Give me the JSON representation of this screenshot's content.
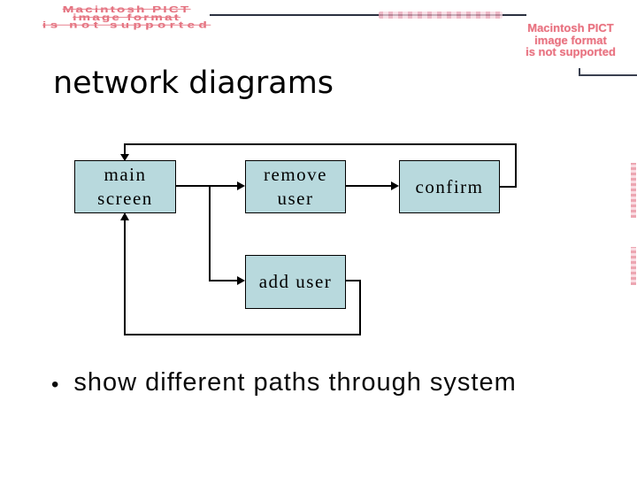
{
  "slide": {
    "title": "network diagrams",
    "bullet_glyph": "•",
    "bullet_text": "show different paths through system"
  },
  "artifacts": {
    "top_left": {
      "line1": "Macintosh PICT",
      "line2": "image format",
      "line3": "is not supported",
      "color": "#e4707e"
    },
    "top_right": {
      "line1": "Macintosh PICT",
      "line2": "image format",
      "line3": "is not supported",
      "color": "#e87280"
    }
  },
  "diagram": {
    "box_fill": "#b8d9dd",
    "box_border": "#000000",
    "line_color": "#000000",
    "nodes": [
      {
        "id": "main-screen",
        "label": "main screen",
        "line1": "main",
        "line2": "screen"
      },
      {
        "id": "remove-user",
        "label": "remove user",
        "line1": "remove",
        "line2": "user"
      },
      {
        "id": "confirm",
        "label": "confirm",
        "line1": "confirm"
      },
      {
        "id": "add-user",
        "label": "add user",
        "line1": "add user"
      }
    ],
    "edges": [
      {
        "from": "main-screen",
        "to": "remove-user"
      },
      {
        "from": "main-screen",
        "to": "add-user"
      },
      {
        "from": "remove-user",
        "to": "confirm"
      },
      {
        "from": "confirm",
        "to": "main-screen",
        "route": "top-loop"
      },
      {
        "from": "add-user",
        "to": "main-screen",
        "route": "bottom-loop"
      }
    ]
  },
  "decorations": {
    "rule_color": "#2b3140",
    "bracket_color": "#3a4050"
  }
}
